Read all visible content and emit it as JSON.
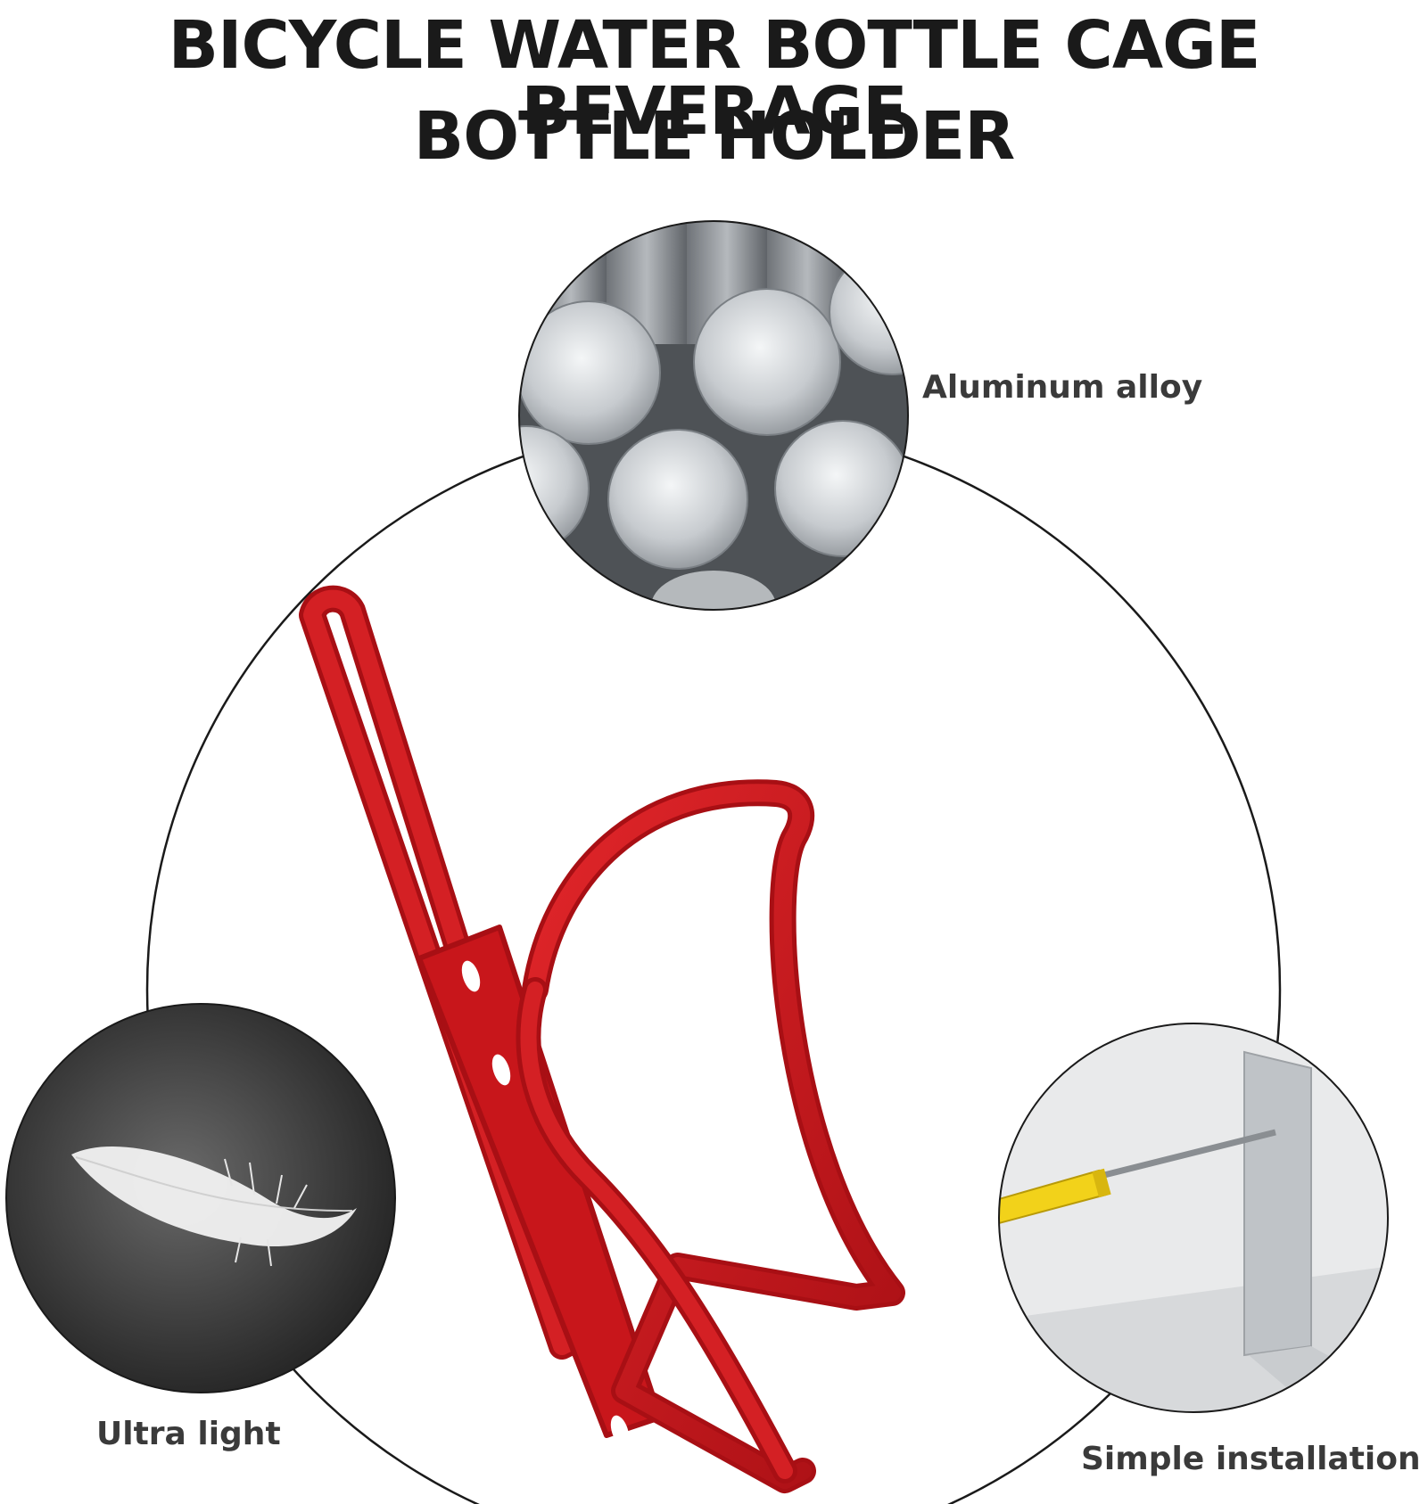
{
  "title": {
    "line1": "BICYCLE WATER BOTTLE CAGE BEVERAGE",
    "line2": "BOTTLE HOLDER"
  },
  "features": [
    {
      "label": "Aluminum alloy",
      "icon": "aluminum-rods-icon"
    },
    {
      "label": "Ultra light",
      "icon": "feather-icon"
    },
    {
      "label": "Simple installation",
      "icon": "screwdriver-icon"
    }
  ],
  "product": {
    "icon": "bottle-cage-icon",
    "color": "#c8161b"
  },
  "colors": {
    "circle_outline": "#1a1a1a",
    "metal": "#b8bcc0",
    "feather_bg": "#3c3c3c",
    "screwdriver_handle": "#f2d21a"
  }
}
